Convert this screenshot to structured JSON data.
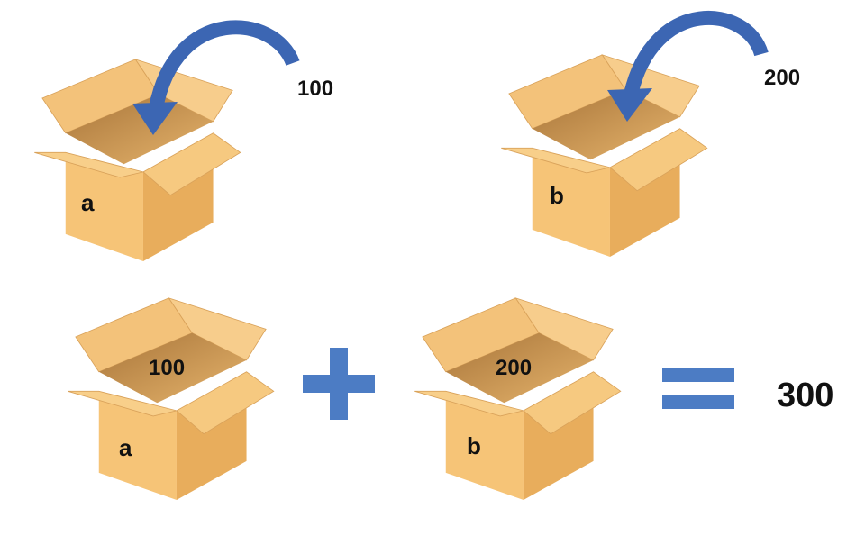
{
  "top_left": {
    "label": "a",
    "value": "100"
  },
  "top_right": {
    "label": "b",
    "value": "200"
  },
  "bottom": {
    "left_box": {
      "label": "a",
      "content": "100"
    },
    "right_box": {
      "label": "b",
      "content": "200"
    },
    "result": "300"
  },
  "colors": {
    "box_front": "#f6c477",
    "box_side": "#e8ad5c",
    "box_inner": "#c9924a",
    "flap": "#f8cf8a",
    "arrow": "#3c66b3",
    "operator": "#4c7cc4"
  },
  "icons": [
    "curved-arrow-icon",
    "plus-icon",
    "equals-icon"
  ]
}
